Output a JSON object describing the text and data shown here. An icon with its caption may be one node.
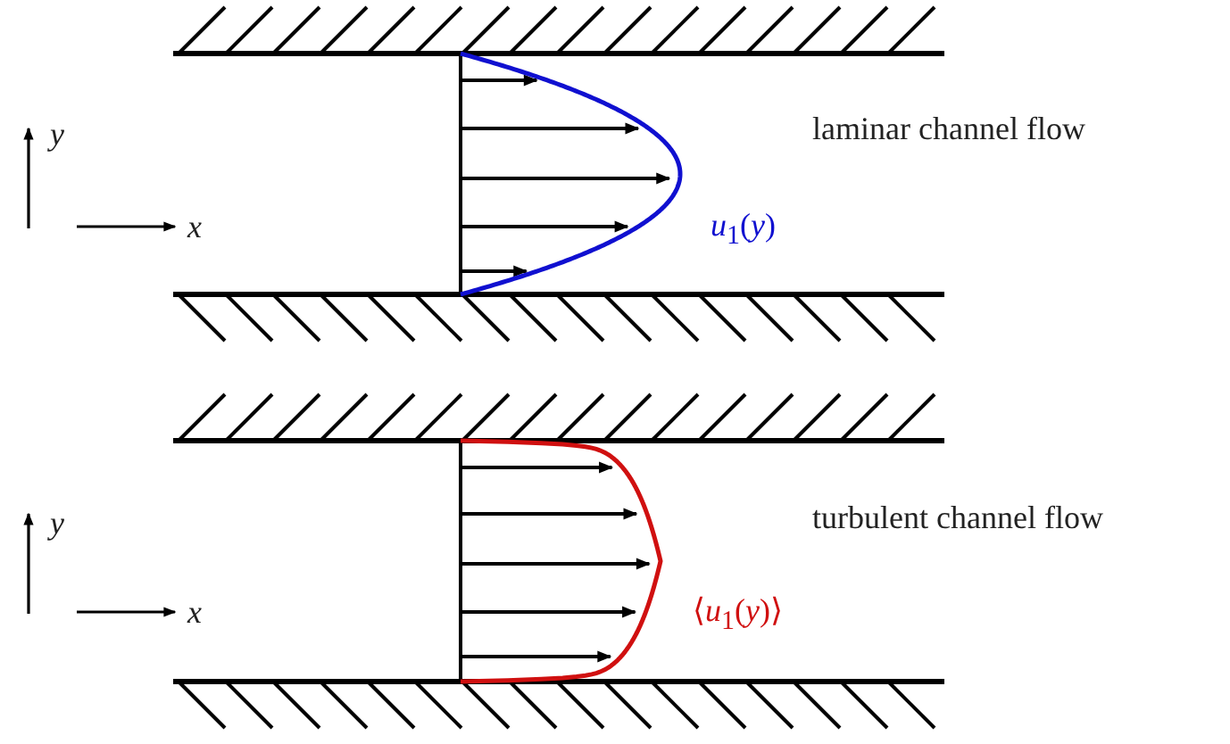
{
  "diagram": {
    "labels": [
      "y",
      "laminar channel flow",
      "x",
      "*u*$_{1}$(*y*)",
      "y",
      "turbulent channel flow",
      "x",
      "⟨*u*$_{1}$(*y*)⟩"
    ]
  }
}
